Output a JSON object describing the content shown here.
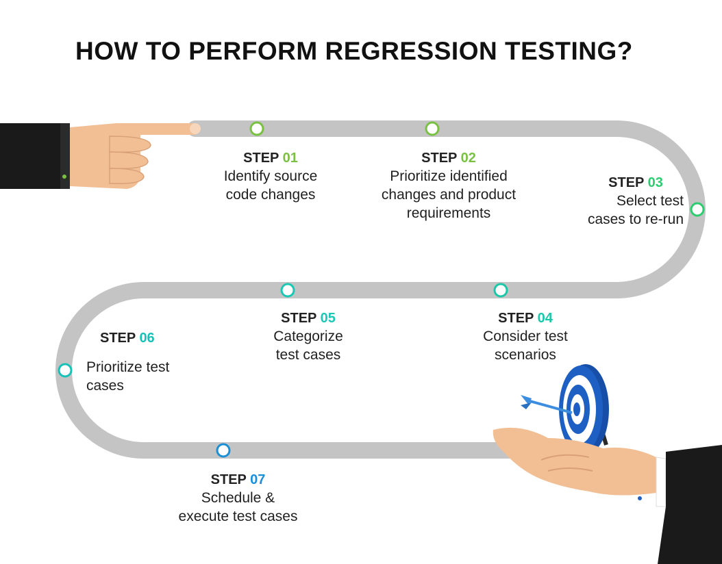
{
  "title": "HOW TO PERFORM REGRESSION TESTING?",
  "step_word": "STEP",
  "steps": [
    {
      "num": "01",
      "color": "#7ac143",
      "desc": "Identify source code changes",
      "lines": [
        "Identify source",
        "code changes"
      ]
    },
    {
      "num": "02",
      "color": "#7ac143",
      "desc": "Prioritize identified changes and product requirements",
      "lines": [
        "Prioritize identified",
        "changes and product",
        "requirements"
      ]
    },
    {
      "num": "03",
      "color": "#2ecc71",
      "desc": "Select test cases to re-run",
      "lines": [
        "Select test",
        "cases to re-run"
      ]
    },
    {
      "num": "04",
      "color": "#1bc7a8",
      "desc": "Consider test scenarios",
      "lines": [
        "Consider test",
        "scenarios"
      ]
    },
    {
      "num": "05",
      "color": "#1bc7b5",
      "desc": "Categorize test cases",
      "lines": [
        "Categorize",
        "test cases"
      ]
    },
    {
      "num": "06",
      "color": "#16c2b8",
      "desc": "Prioritize test cases",
      "lines": [
        "Prioritize test",
        "cases"
      ]
    },
    {
      "num": "07",
      "color": "#1b8fd6",
      "desc": "Schedule & execute test cases",
      "lines": [
        "Schedule &",
        "execute test cases"
      ]
    }
  ],
  "colors": {
    "road": "#c4c4c4",
    "skin": "#f2bf94",
    "suit": "#1a1a1a",
    "target_blue": "#1e5fc4"
  },
  "icons": [
    "pointing-hand-icon",
    "target-dartboard-icon",
    "open-hand-icon"
  ]
}
